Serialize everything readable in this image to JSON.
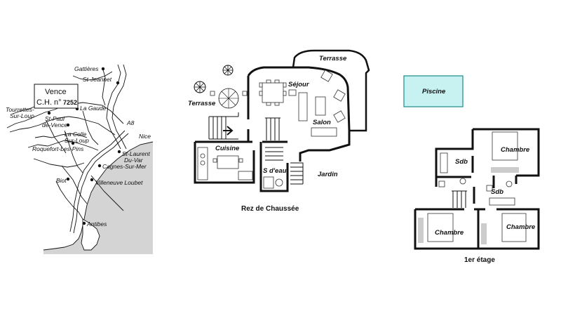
{
  "map": {
    "sign_line1": "Vence",
    "sign_line2": "C.H. n°",
    "sign_number": "7252",
    "towns": {
      "gattieres": "Gattières",
      "st_jeannet": "St-Jeannet",
      "la_gaude": "La Gaude",
      "tourrettes_1": "Tourrettes-",
      "tourrettes_2": "Sur-Loup",
      "st_paul_1": "St-Paul",
      "st_paul_2": "de-Vence",
      "la_colle_1": "La Colle",
      "la_colle_2": "Sur-Loup",
      "nice": "Nice",
      "a8": "A8",
      "roquefort": "Roquefort-Les-Pins",
      "st_laurent_1": "St-Laurent",
      "st_laurent_2": "Du-Var",
      "cagnes": "Cagnes-Sur-Mer",
      "biot": "Biot",
      "villeneuve": "Villeneuve Loubet",
      "antibes": "Antibes"
    },
    "sea_color": "#d4d4d4"
  },
  "ground_floor": {
    "caption": "Rez de Chaussée",
    "rooms": {
      "terrasse_left": "Terrasse",
      "terrasse_top": "Terrasse",
      "sejour": "Séjour",
      "salon": "Salon",
      "cuisine": "Cuisine",
      "s_deau": "S d'eau",
      "jardin": "Jardin"
    }
  },
  "pool": {
    "label": "Piscine",
    "color": "#c8f2f2",
    "border": "#1a8a8a"
  },
  "first_floor": {
    "caption": "1er étage",
    "rooms": {
      "sdb_1": "Sdb",
      "chambre_1": "Chambre",
      "sdb_2": "Sdb",
      "chambre_2": "Chambre",
      "chambre_3": "Chambre"
    }
  }
}
